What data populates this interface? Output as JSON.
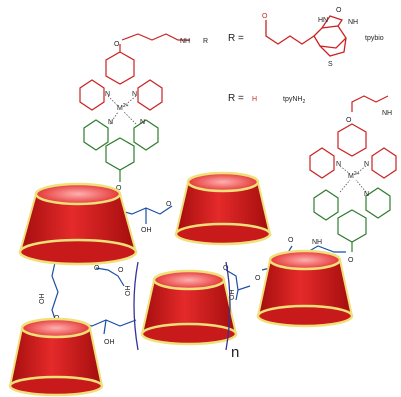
{
  "legend": {
    "r_eq_1": "R  =",
    "r_name_1": "tpybio",
    "r_eq_2": "R =",
    "r_h": "H",
    "r_name_2": "tpyNH",
    "r_name_2_sub": "2"
  },
  "groups": {
    "o": "O",
    "nh": "NH",
    "oh": "OH",
    "r": "R",
    "s": "S",
    "hn": "HN",
    "n": "N",
    "m": "M",
    "m_charge": "2+",
    "repeat_n": "n"
  },
  "colors": {
    "cup_red": "#d41a1a",
    "cup_rim": "#f0e07a",
    "linker": "#1a4fa8",
    "terpy_red": "#cc2222",
    "terpy_green": "#2f7d2f",
    "bracket": "#333399"
  }
}
